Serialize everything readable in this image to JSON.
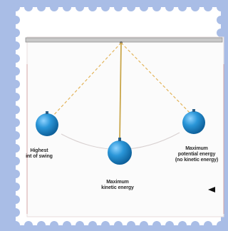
{
  "labels": {
    "left": [
      "Highest",
      "int of swing"
    ],
    "bottom": [
      "Maximum",
      "kinetic energy"
    ],
    "right": [
      "Maximum",
      "potential energy",
      "(no kinetic energy)"
    ]
  },
  "colors": {
    "frame_background": "#a9bde6",
    "stamp_paper": "#ffffff",
    "bob": "#1f8ad0",
    "string": "#c9a64a",
    "dashed_path": "#e3b45a",
    "ceiling": "#9a9a9a"
  },
  "icons": [
    "pendulum-bob",
    "pivot",
    "left-pointing-arrow"
  ]
}
